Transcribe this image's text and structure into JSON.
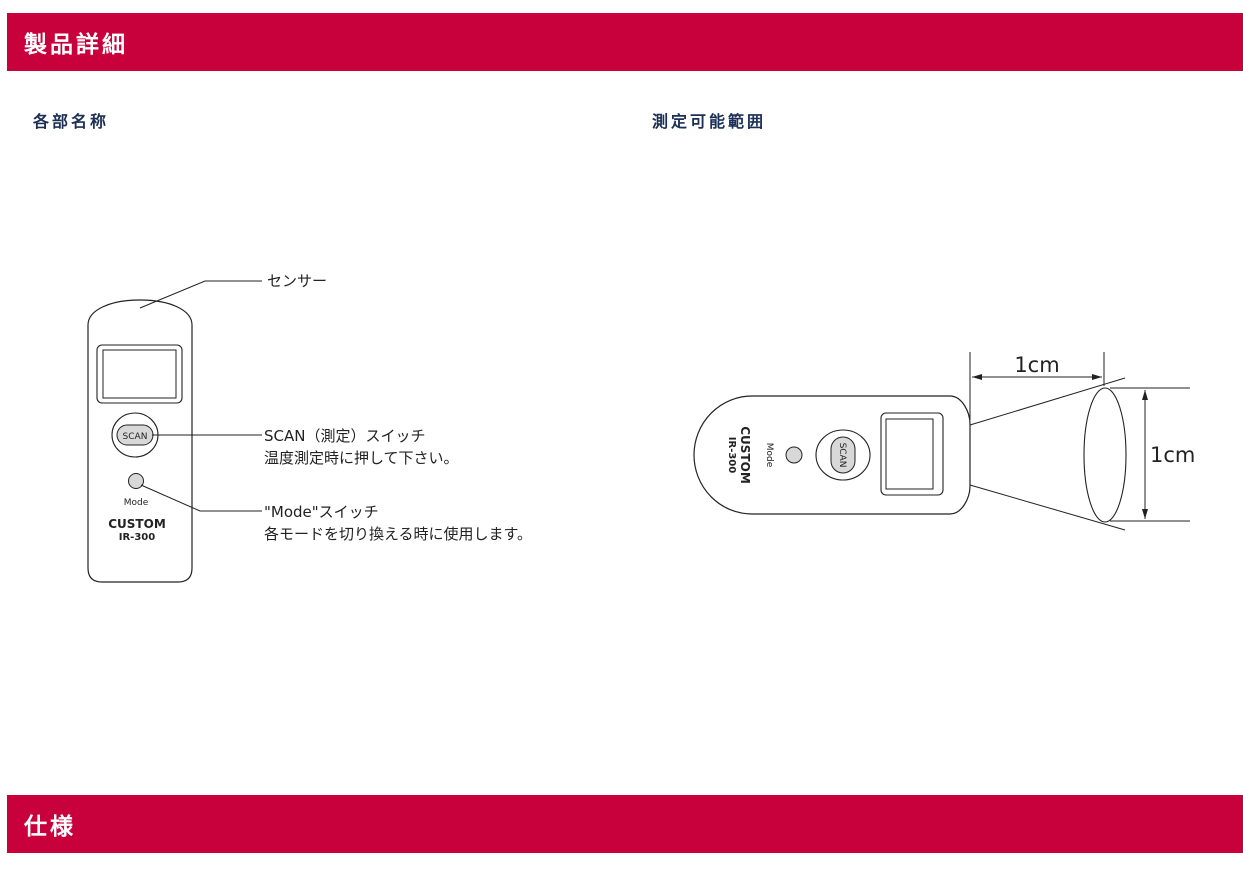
{
  "headers": {
    "product_details": "製品詳細",
    "specs": "仕様"
  },
  "sections": {
    "parts_names": "各部名称",
    "measurable_range": "測定可能範囲"
  },
  "device": {
    "brand": "CUSTOM",
    "model": "IR-300",
    "scan_button": "SCAN",
    "mode_label": "Mode"
  },
  "callouts": {
    "sensor": "センサー",
    "scan_line1": "SCAN（測定）スイッチ",
    "scan_line2": "温度測定時に押して下さい。",
    "mode_line1": "\"Mode\"スイッチ",
    "mode_line2": "各モードを切り換える時に使用します。"
  },
  "range_diagram": {
    "distance": "1cm",
    "diameter": "1cm"
  },
  "colors": {
    "brand": "#c8003c",
    "heading": "#1c2f55"
  }
}
